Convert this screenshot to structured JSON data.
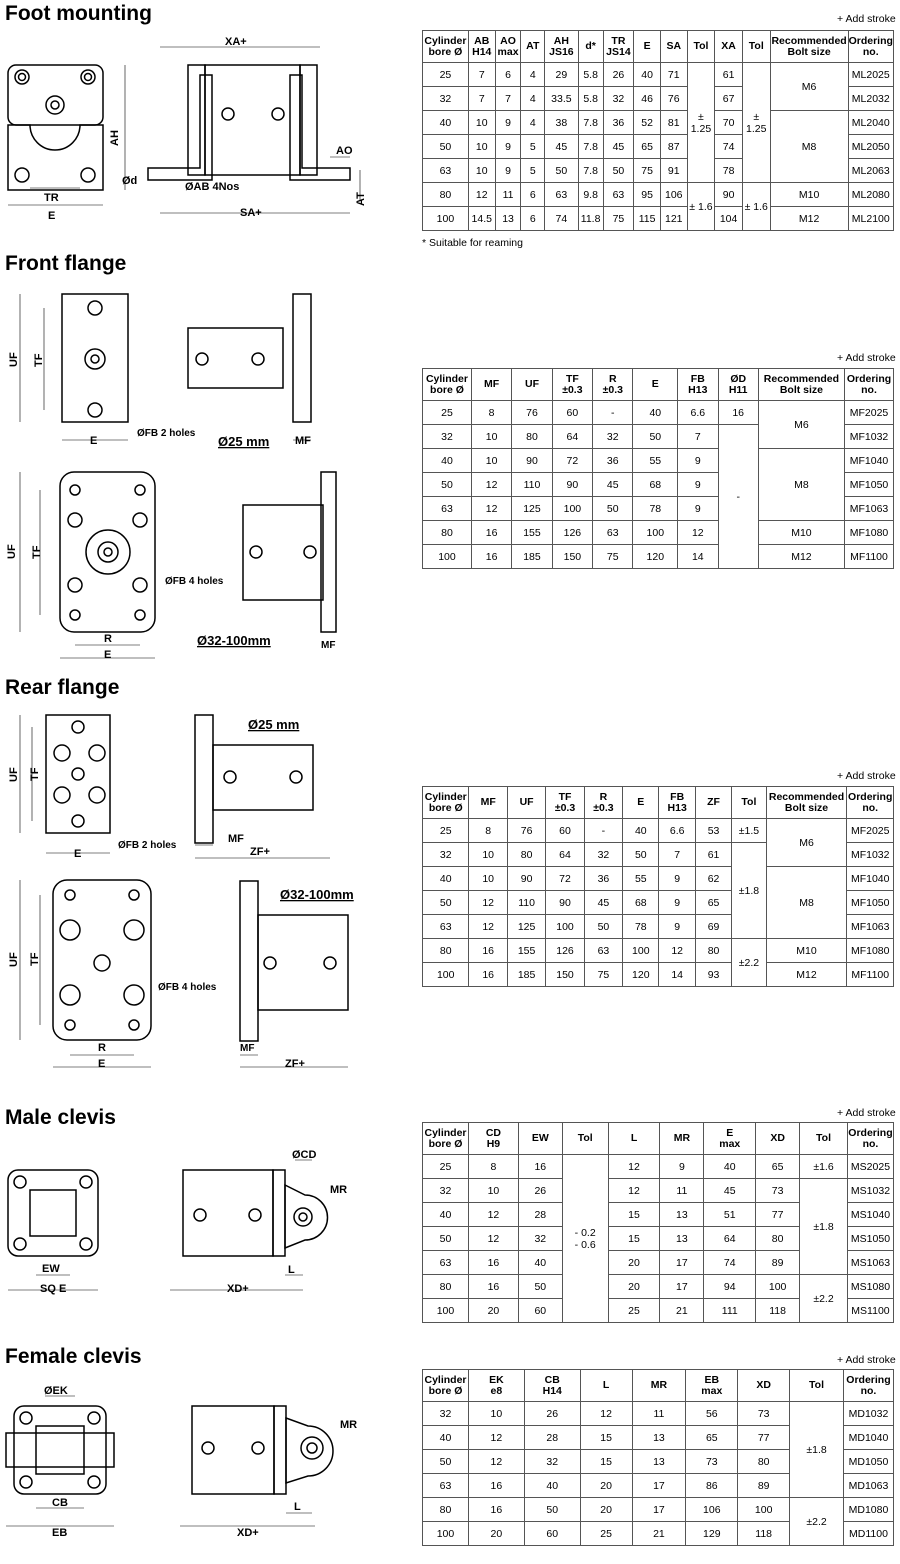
{
  "foot": {
    "title": "Foot mounting",
    "add_stroke": "+ Add stroke",
    "footnote": "* Suitable for reaming",
    "labels": {
      "xa": "XA+",
      "ah": "AH",
      "d": "Ød",
      "tr": "TR",
      "e": "E",
      "ab": "ØAB 4Nos",
      "sa": "SA+",
      "ao": "AO",
      "at": "AT"
    },
    "headers": [
      [
        "Cylinder",
        "bore Ø"
      ],
      [
        "AB",
        "H14"
      ],
      [
        "AO",
        "max"
      ],
      [
        "AT"
      ],
      [
        "AH",
        "JS16"
      ],
      [
        "d*"
      ],
      [
        "TR",
        "JS14"
      ],
      [
        "E"
      ],
      [
        "SA"
      ],
      [
        "Tol"
      ],
      [
        "XA"
      ],
      [
        "Tol"
      ],
      [
        "Recommended",
        "Bolt size"
      ],
      [
        "Ordering",
        "no."
      ]
    ],
    "rows": [
      [
        "25",
        "7",
        "6",
        "4",
        "29",
        "5.8",
        "26",
        "40",
        "71",
        "61",
        "ML2025"
      ],
      [
        "32",
        "7",
        "7",
        "4",
        "33.5",
        "5.8",
        "32",
        "46",
        "76",
        "67",
        "ML2032"
      ],
      [
        "40",
        "10",
        "9",
        "4",
        "38",
        "7.8",
        "36",
        "52",
        "81",
        "70",
        "ML2040"
      ],
      [
        "50",
        "10",
        "9",
        "5",
        "45",
        "7.8",
        "45",
        "65",
        "87",
        "74",
        "ML2050"
      ],
      [
        "63",
        "10",
        "9",
        "5",
        "50",
        "7.8",
        "50",
        "75",
        "91",
        "78",
        "ML2063"
      ],
      [
        "80",
        "12",
        "11",
        "6",
        "63",
        "9.8",
        "63",
        "95",
        "106",
        "90",
        "ML2080"
      ],
      [
        "100",
        "14.5",
        "13",
        "6",
        "74",
        "11.8",
        "75",
        "115",
        "121",
        "104",
        "ML2100"
      ]
    ],
    "tol_sa": [
      "± 1.25",
      "± 1.6"
    ],
    "tol_xa": [
      "± 1.25",
      "± 1.6"
    ],
    "bolts": [
      "M6",
      "M8",
      "M10",
      "M12"
    ]
  },
  "front": {
    "title": "Front flange",
    "add_stroke": "+ Add stroke",
    "labels": {
      "uf": "UF",
      "tf": "TF",
      "fb2": "ØFB 2 holes",
      "e": "E",
      "d25": "Ø25 mm",
      "mf": "MF",
      "fb4": "ØFB 4 holes",
      "r": "R",
      "d32": "Ø32-100mm"
    },
    "headers": [
      [
        "Cylinder",
        "bore Ø"
      ],
      [
        "MF"
      ],
      [
        "UF"
      ],
      [
        "TF",
        "±0.3"
      ],
      [
        "R",
        "±0.3"
      ],
      [
        "E"
      ],
      [
        "FB",
        "H13"
      ],
      [
        "ØD",
        "H11"
      ],
      [
        "Recommended",
        "Bolt size"
      ],
      [
        "Ordering",
        "no."
      ]
    ],
    "rows": [
      [
        "25",
        "8",
        "76",
        "60",
        "-",
        "40",
        "6.6",
        "MF2025"
      ],
      [
        "32",
        "10",
        "80",
        "64",
        "32",
        "50",
        "7",
        "MF1032"
      ],
      [
        "40",
        "10",
        "90",
        "72",
        "36",
        "55",
        "9",
        "MF1040"
      ],
      [
        "50",
        "12",
        "110",
        "90",
        "45",
        "68",
        "9",
        "MF1050"
      ],
      [
        "63",
        "12",
        "125",
        "100",
        "50",
        "78",
        "9",
        "MF1063"
      ],
      [
        "80",
        "16",
        "155",
        "126",
        "63",
        "100",
        "12",
        "MF1080"
      ],
      [
        "100",
        "16",
        "185",
        "150",
        "75",
        "120",
        "14",
        "MF1100"
      ]
    ],
    "od": [
      "16",
      "-"
    ],
    "bolts": [
      "M6",
      "M8",
      "M10",
      "M12"
    ]
  },
  "rear": {
    "title": "Rear flange",
    "add_stroke": "+ Add stroke",
    "labels": {
      "uf": "UF",
      "tf": "TF",
      "fb2": "ØFB 2 holes",
      "e": "E",
      "d25": "Ø25 mm",
      "mf": "MF",
      "zf": "ZF+",
      "fb4": "ØFB 4 holes",
      "r": "R",
      "d32": "Ø32-100mm"
    },
    "headers": [
      [
        "Cylinder",
        "bore Ø"
      ],
      [
        "MF"
      ],
      [
        "UF"
      ],
      [
        "TF",
        "±0.3"
      ],
      [
        "R",
        "±0.3"
      ],
      [
        "E"
      ],
      [
        "FB",
        "H13"
      ],
      [
        "ZF"
      ],
      [
        "Tol"
      ],
      [
        "Recommended",
        "Bolt size"
      ],
      [
        "Ordering",
        "no."
      ]
    ],
    "rows": [
      [
        "25",
        "8",
        "76",
        "60",
        "-",
        "40",
        "6.6",
        "53",
        "MF2025"
      ],
      [
        "32",
        "10",
        "80",
        "64",
        "32",
        "50",
        "7",
        "61",
        "MF1032"
      ],
      [
        "40",
        "10",
        "90",
        "72",
        "36",
        "55",
        "9",
        "62",
        "MF1040"
      ],
      [
        "50",
        "12",
        "110",
        "90",
        "45",
        "68",
        "9",
        "65",
        "MF1050"
      ],
      [
        "63",
        "12",
        "125",
        "100",
        "50",
        "78",
        "9",
        "69",
        "MF1063"
      ],
      [
        "80",
        "16",
        "155",
        "126",
        "63",
        "100",
        "12",
        "80",
        "MF1080"
      ],
      [
        "100",
        "16",
        "185",
        "150",
        "75",
        "120",
        "14",
        "93",
        "MF1100"
      ]
    ],
    "tol": [
      "±1.5",
      "±1.8",
      "±2.2"
    ],
    "bolts": [
      "M6",
      "M8",
      "M10",
      "M12"
    ]
  },
  "male": {
    "title": "Male clevis",
    "add_stroke": "+ Add stroke",
    "labels": {
      "cd": "ØCD",
      "mr": "MR",
      "ew": "EW",
      "sqe": "SQ E",
      "l": "L",
      "xd": "XD+"
    },
    "headers": [
      [
        "Cylinder",
        "bore Ø"
      ],
      [
        "CD",
        "H9"
      ],
      [
        "EW"
      ],
      [
        "Tol"
      ],
      [
        "L"
      ],
      [
        "MR"
      ],
      [
        "E",
        "max"
      ],
      [
        "XD"
      ],
      [
        "Tol"
      ],
      [
        "Ordering",
        "no."
      ]
    ],
    "rows": [
      [
        "25",
        "8",
        "16",
        "12",
        "9",
        "40",
        "65",
        "MS2025"
      ],
      [
        "32",
        "10",
        "26",
        "12",
        "11",
        "45",
        "73",
        "MS1032"
      ],
      [
        "40",
        "12",
        "28",
        "15",
        "13",
        "51",
        "77",
        "MS1040"
      ],
      [
        "50",
        "12",
        "32",
        "15",
        "13",
        "64",
        "80",
        "MS1050"
      ],
      [
        "63",
        "16",
        "40",
        "20",
        "17",
        "74",
        "89",
        "MS1063"
      ],
      [
        "80",
        "16",
        "50",
        "20",
        "17",
        "94",
        "100",
        "MS1080"
      ],
      [
        "100",
        "20",
        "60",
        "25",
        "21",
        "111",
        "118",
        "MS1100"
      ]
    ],
    "tol_ew": [
      "- 0.2",
      "- 0.6"
    ],
    "tol_xd": [
      "±1.6",
      "±1.8",
      "±2.2"
    ]
  },
  "female": {
    "title": "Female clevis",
    "add_stroke": "+ Add stroke",
    "labels": {
      "ek": "ØEK",
      "cb": "CB",
      "eb": "EB",
      "mr": "MR",
      "l": "L",
      "xd": "XD+"
    },
    "headers": [
      [
        "Cylinder",
        "bore Ø"
      ],
      [
        "EK",
        "e8"
      ],
      [
        "CB",
        "H14"
      ],
      [
        "L"
      ],
      [
        "MR"
      ],
      [
        "EB",
        "max"
      ],
      [
        "XD"
      ],
      [
        "Tol"
      ],
      [
        "Ordering",
        "no."
      ]
    ],
    "rows": [
      [
        "32",
        "10",
        "26",
        "12",
        "11",
        "56",
        "73",
        "MD1032"
      ],
      [
        "40",
        "12",
        "28",
        "15",
        "13",
        "65",
        "77",
        "MD1040"
      ],
      [
        "50",
        "12",
        "32",
        "15",
        "13",
        "73",
        "80",
        "MD1050"
      ],
      [
        "63",
        "16",
        "40",
        "20",
        "17",
        "86",
        "89",
        "MD1063"
      ],
      [
        "80",
        "16",
        "50",
        "20",
        "17",
        "106",
        "100",
        "MD1080"
      ],
      [
        "100",
        "20",
        "60",
        "25",
        "21",
        "129",
        "118",
        "MD1100"
      ]
    ],
    "tol": [
      "±1.8",
      "±2.2"
    ]
  }
}
